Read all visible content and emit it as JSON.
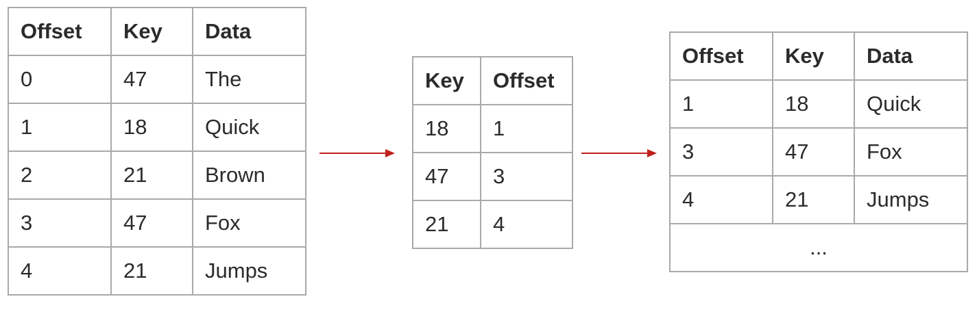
{
  "source_table": {
    "headers": [
      "Offset",
      "Key",
      "Data"
    ],
    "rows": [
      [
        "0",
        "47",
        "The"
      ],
      [
        "1",
        "18",
        "Quick"
      ],
      [
        "2",
        "21",
        "Brown"
      ],
      [
        "3",
        "47",
        "Fox"
      ],
      [
        "4",
        "21",
        "Jumps"
      ]
    ]
  },
  "index_table": {
    "headers": [
      "Key",
      "Offset"
    ],
    "rows": [
      [
        "18",
        "1"
      ],
      [
        "47",
        "3"
      ],
      [
        "21",
        "4"
      ]
    ]
  },
  "result_table": {
    "headers": [
      "Offset",
      "Key",
      "Data"
    ],
    "rows": [
      [
        "1",
        "18",
        "Quick"
      ],
      [
        "3",
        "47",
        "Fox"
      ],
      [
        "4",
        "21",
        "Jumps"
      ]
    ],
    "continuation": "..."
  },
  "colors": {
    "arrow": "#c0201a",
    "border": "#a9a9a9",
    "text": "#2b2b2b"
  }
}
